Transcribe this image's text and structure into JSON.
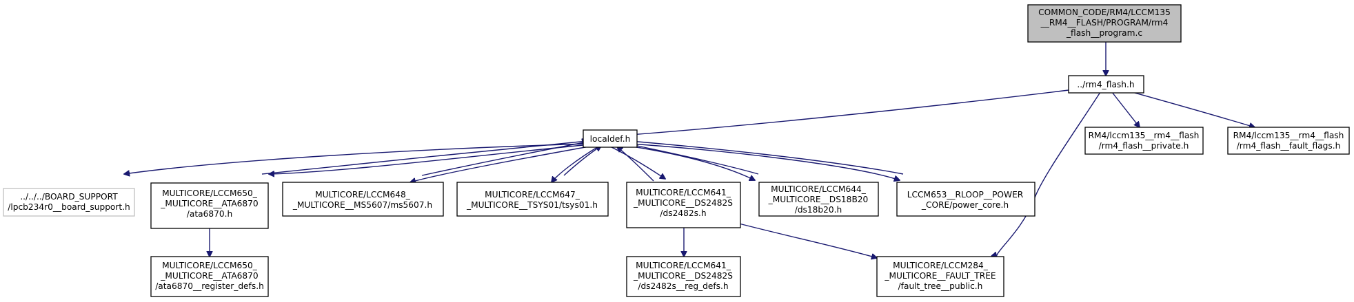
{
  "nodes": [
    {
      "id": "root",
      "lines": [
        "COMMON_CODE/RM4/LCCM135",
        "__RM4__FLASH/PROGRAM/rm4",
        "_flash__program.c"
      ]
    },
    {
      "id": "rm4_flash_h",
      "lines": [
        "../rm4_flash.h"
      ]
    },
    {
      "id": "localdef_h",
      "lines": [
        "localdef.h"
      ]
    },
    {
      "id": "flash_private",
      "lines": [
        "RM4/lccm135__rm4__flash",
        "/rm4_flash__private.h"
      ]
    },
    {
      "id": "fault_flags",
      "lines": [
        "RM4/lccm135__rm4__flash",
        "/rm4_flash__fault_flags.h"
      ]
    },
    {
      "id": "board_support",
      "lines": [
        "../../../BOARD_SUPPORT",
        "/lpcb234r0__board_support.h"
      ]
    },
    {
      "id": "ata6870",
      "lines": [
        "MULTICORE/LCCM650_",
        "_MULTICORE__ATA6870",
        "/ata6870.h"
      ]
    },
    {
      "id": "ms5607",
      "lines": [
        "MULTICORE/LCCM648_",
        "_MULTICORE__MS5607/ms5607.h"
      ]
    },
    {
      "id": "tsys01",
      "lines": [
        "MULTICORE/LCCM647_",
        "_MULTICORE__TSYS01/tsys01.h"
      ]
    },
    {
      "id": "ds2482s",
      "lines": [
        "MULTICORE/LCCM641_",
        "_MULTICORE__DS2482S",
        "/ds2482s.h"
      ]
    },
    {
      "id": "ds18b20",
      "lines": [
        "MULTICORE/LCCM644_",
        "_MULTICORE__DS18B20",
        "/ds18b20.h"
      ]
    },
    {
      "id": "power_core",
      "lines": [
        "LCCM653__RLOOP__POWER",
        "_CORE/power_core.h"
      ]
    },
    {
      "id": "ata6870_reg",
      "lines": [
        "MULTICORE/LCCM650_",
        "_MULTICORE__ATA6870",
        "/ata6870__register_defs.h"
      ]
    },
    {
      "id": "ds2482s_reg",
      "lines": [
        "MULTICORE/LCCM641_",
        "_MULTICORE__DS2482S",
        "/ds2482s__reg_defs.h"
      ]
    },
    {
      "id": "fault_tree",
      "lines": [
        "MULTICORE/LCCM284_",
        "_MULTICORE__FAULT_TREE",
        "/fault_tree__public.h"
      ]
    }
  ]
}
